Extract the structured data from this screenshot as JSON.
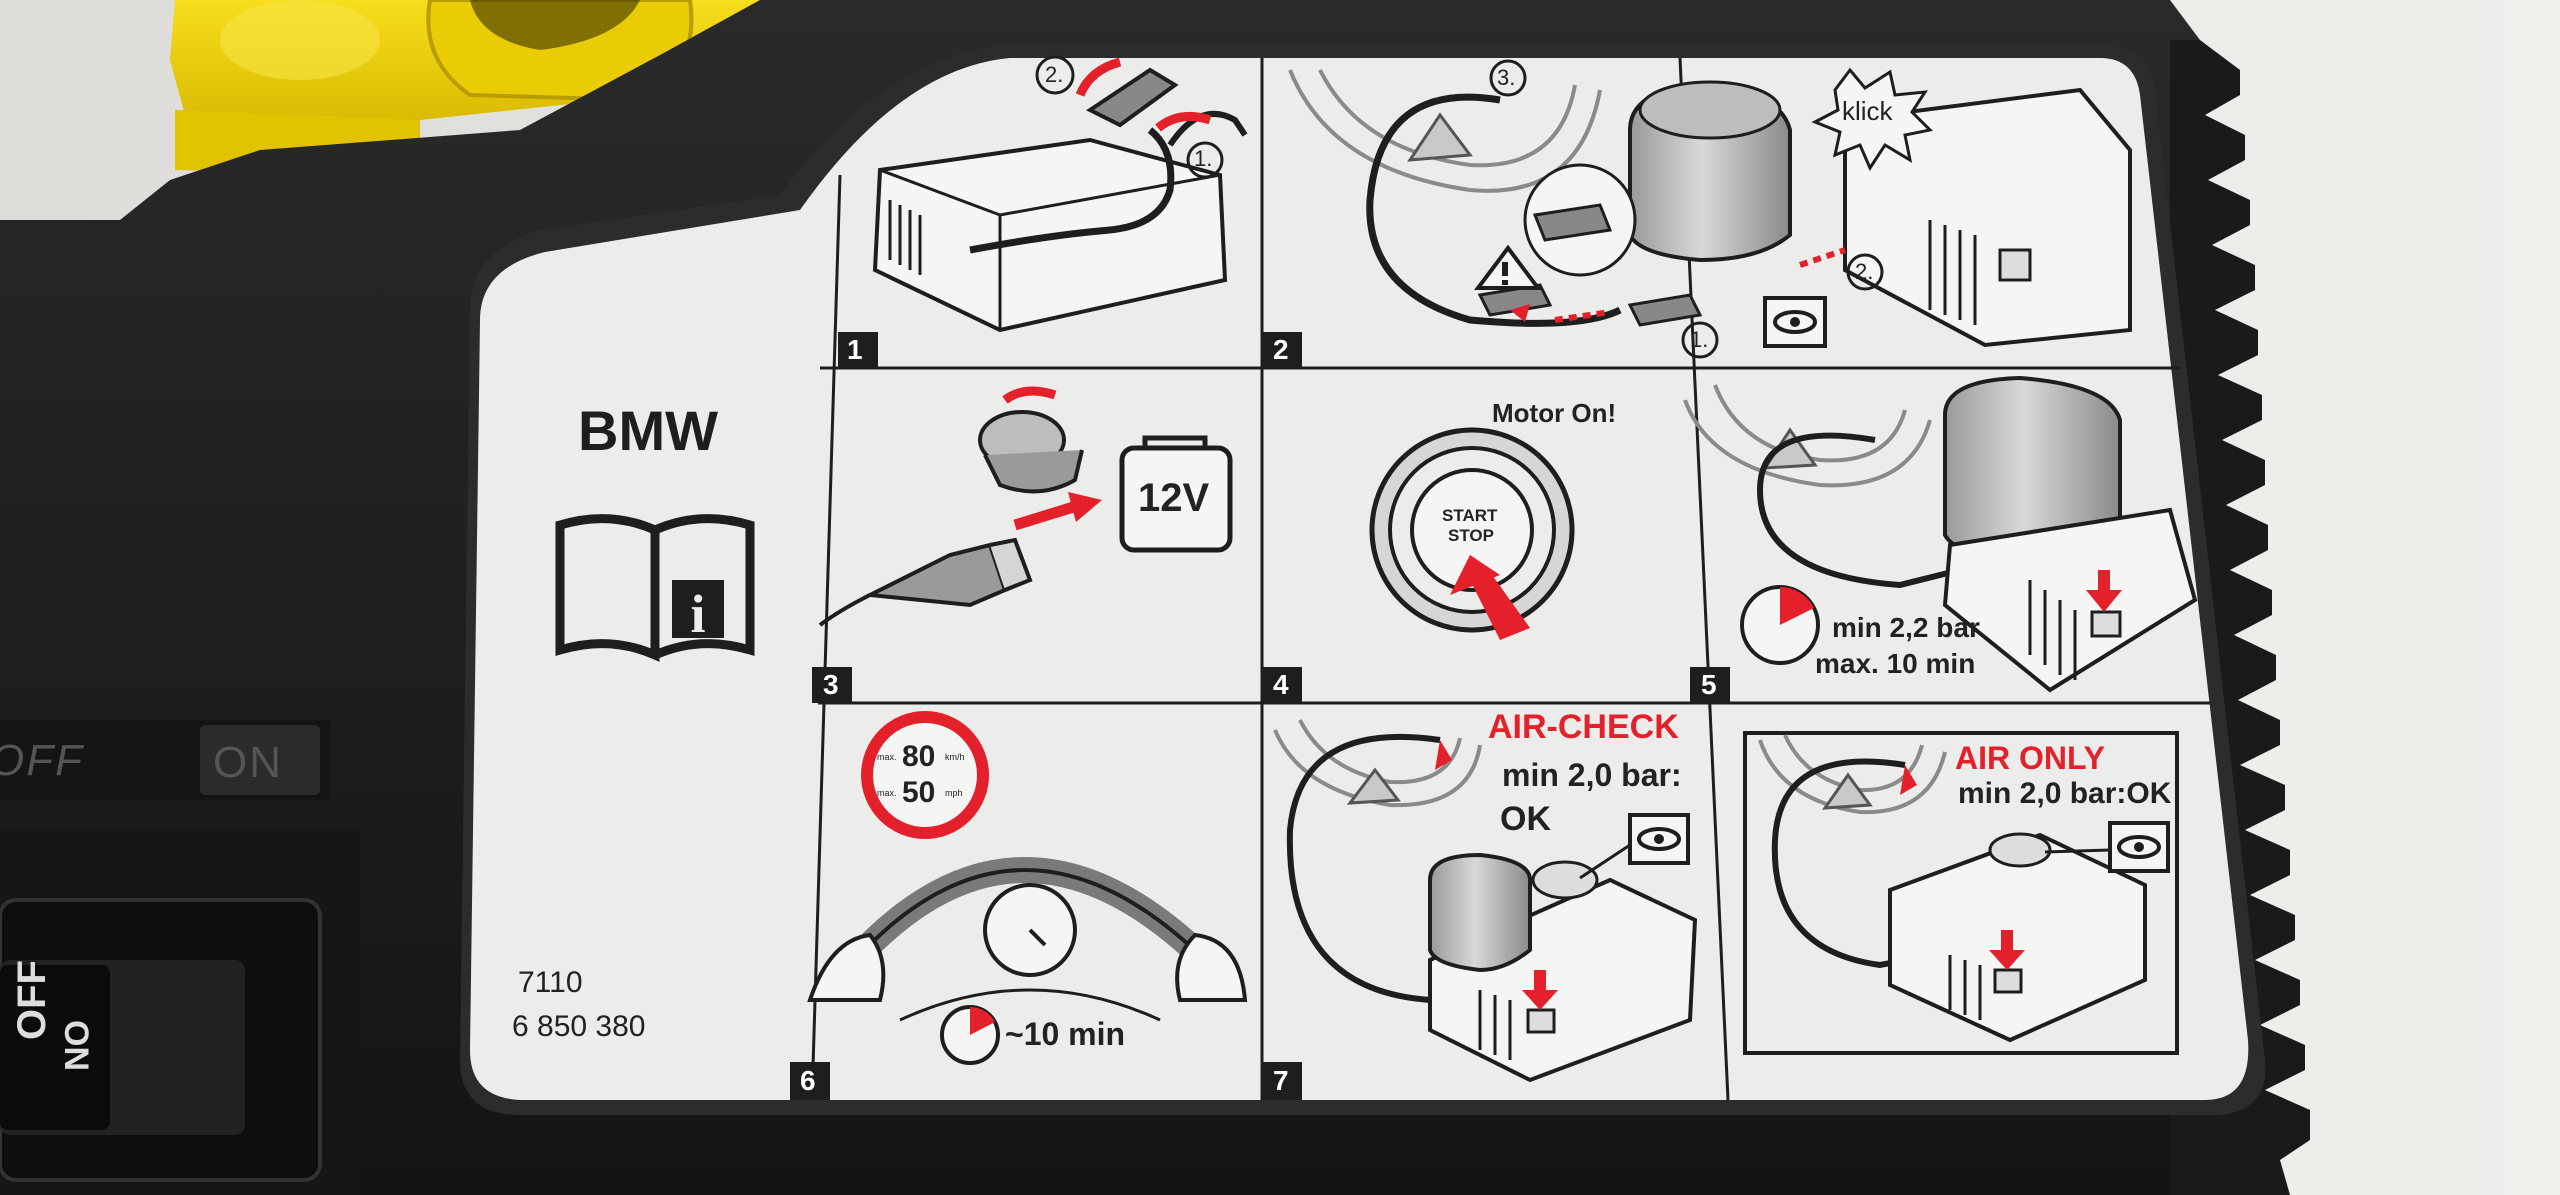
{
  "brand": "BMW",
  "part_code": "7110",
  "part_number": "6 850 380",
  "steps": {
    "s1": {
      "number": "1",
      "sub_a": "1.",
      "sub_b": "2."
    },
    "s2": {
      "number": "2",
      "sub_a": "1.",
      "sub_b": "2.",
      "sub_c": "3.",
      "klick": "klick"
    },
    "s3": {
      "number": "3",
      "voltage": "12V"
    },
    "s4": {
      "number": "4",
      "title": "Motor On!",
      "start": "START",
      "stop": "STOP"
    },
    "s5": {
      "number": "5",
      "pressure": "min 2,2 bar",
      "time": "max. 10 min"
    },
    "s6": {
      "number": "6",
      "max_kmh_prefix": "max.",
      "max_kmh": "80",
      "kmh_unit": "km/h",
      "max_mph_prefix": "max.",
      "max_mph": "50",
      "mph_unit": "mph",
      "time": "~10 min"
    },
    "s7": {
      "number": "7",
      "title": "AIR-CHECK",
      "pressure": "min 2,0 bar:",
      "ok": "OK"
    },
    "s8": {
      "title": "AIR ONLY",
      "pressure": "min 2,0 bar:OK"
    }
  },
  "switch": {
    "off_label": "OFF",
    "on_label": "ON"
  },
  "colors": {
    "red": "#e4202b",
    "body": "#1c1c1c",
    "label_bg": "#ececea",
    "yellow": "#f2d40c"
  }
}
